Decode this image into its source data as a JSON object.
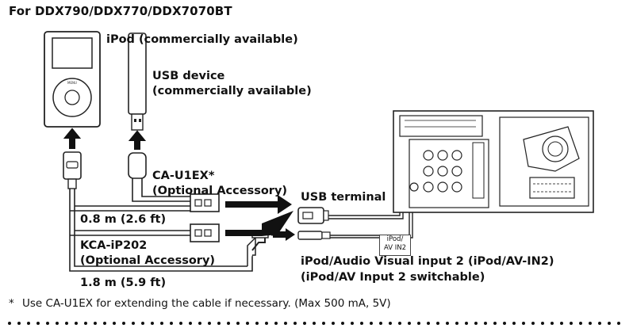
{
  "title": "For DDX790/DDX770/DDX7070BT",
  "labels": {
    "ipod": "iPod (commercially available)",
    "usb_device_line1": "USB device",
    "usb_device_line2": "(commercially available)",
    "ca_u1ex_line1": "CA-U1EX*",
    "ca_u1ex_line2": "(Optional Accessory)",
    "usb_terminal": "USB terminal",
    "length_short": "0.8 m (2.6 ft)",
    "kca_line1": "KCA-iP202",
    "kca_line2": "(Optional Accessory)",
    "length_long": "1.8 m (5.9 ft)",
    "av_input_line1": "iPod/Audio Visual input 2 (iPod/AV-IN2)",
    "av_input_line2": "(iPod/AV Input 2 switchable)",
    "tag_line1": "iPod/",
    "tag_line2": "AV IN2",
    "ipod_menu": "MENU"
  },
  "footnote": {
    "star": "*",
    "text": "Use CA-U1EX for extending the cable if necessary. (Max 500 mA, 5V)"
  }
}
